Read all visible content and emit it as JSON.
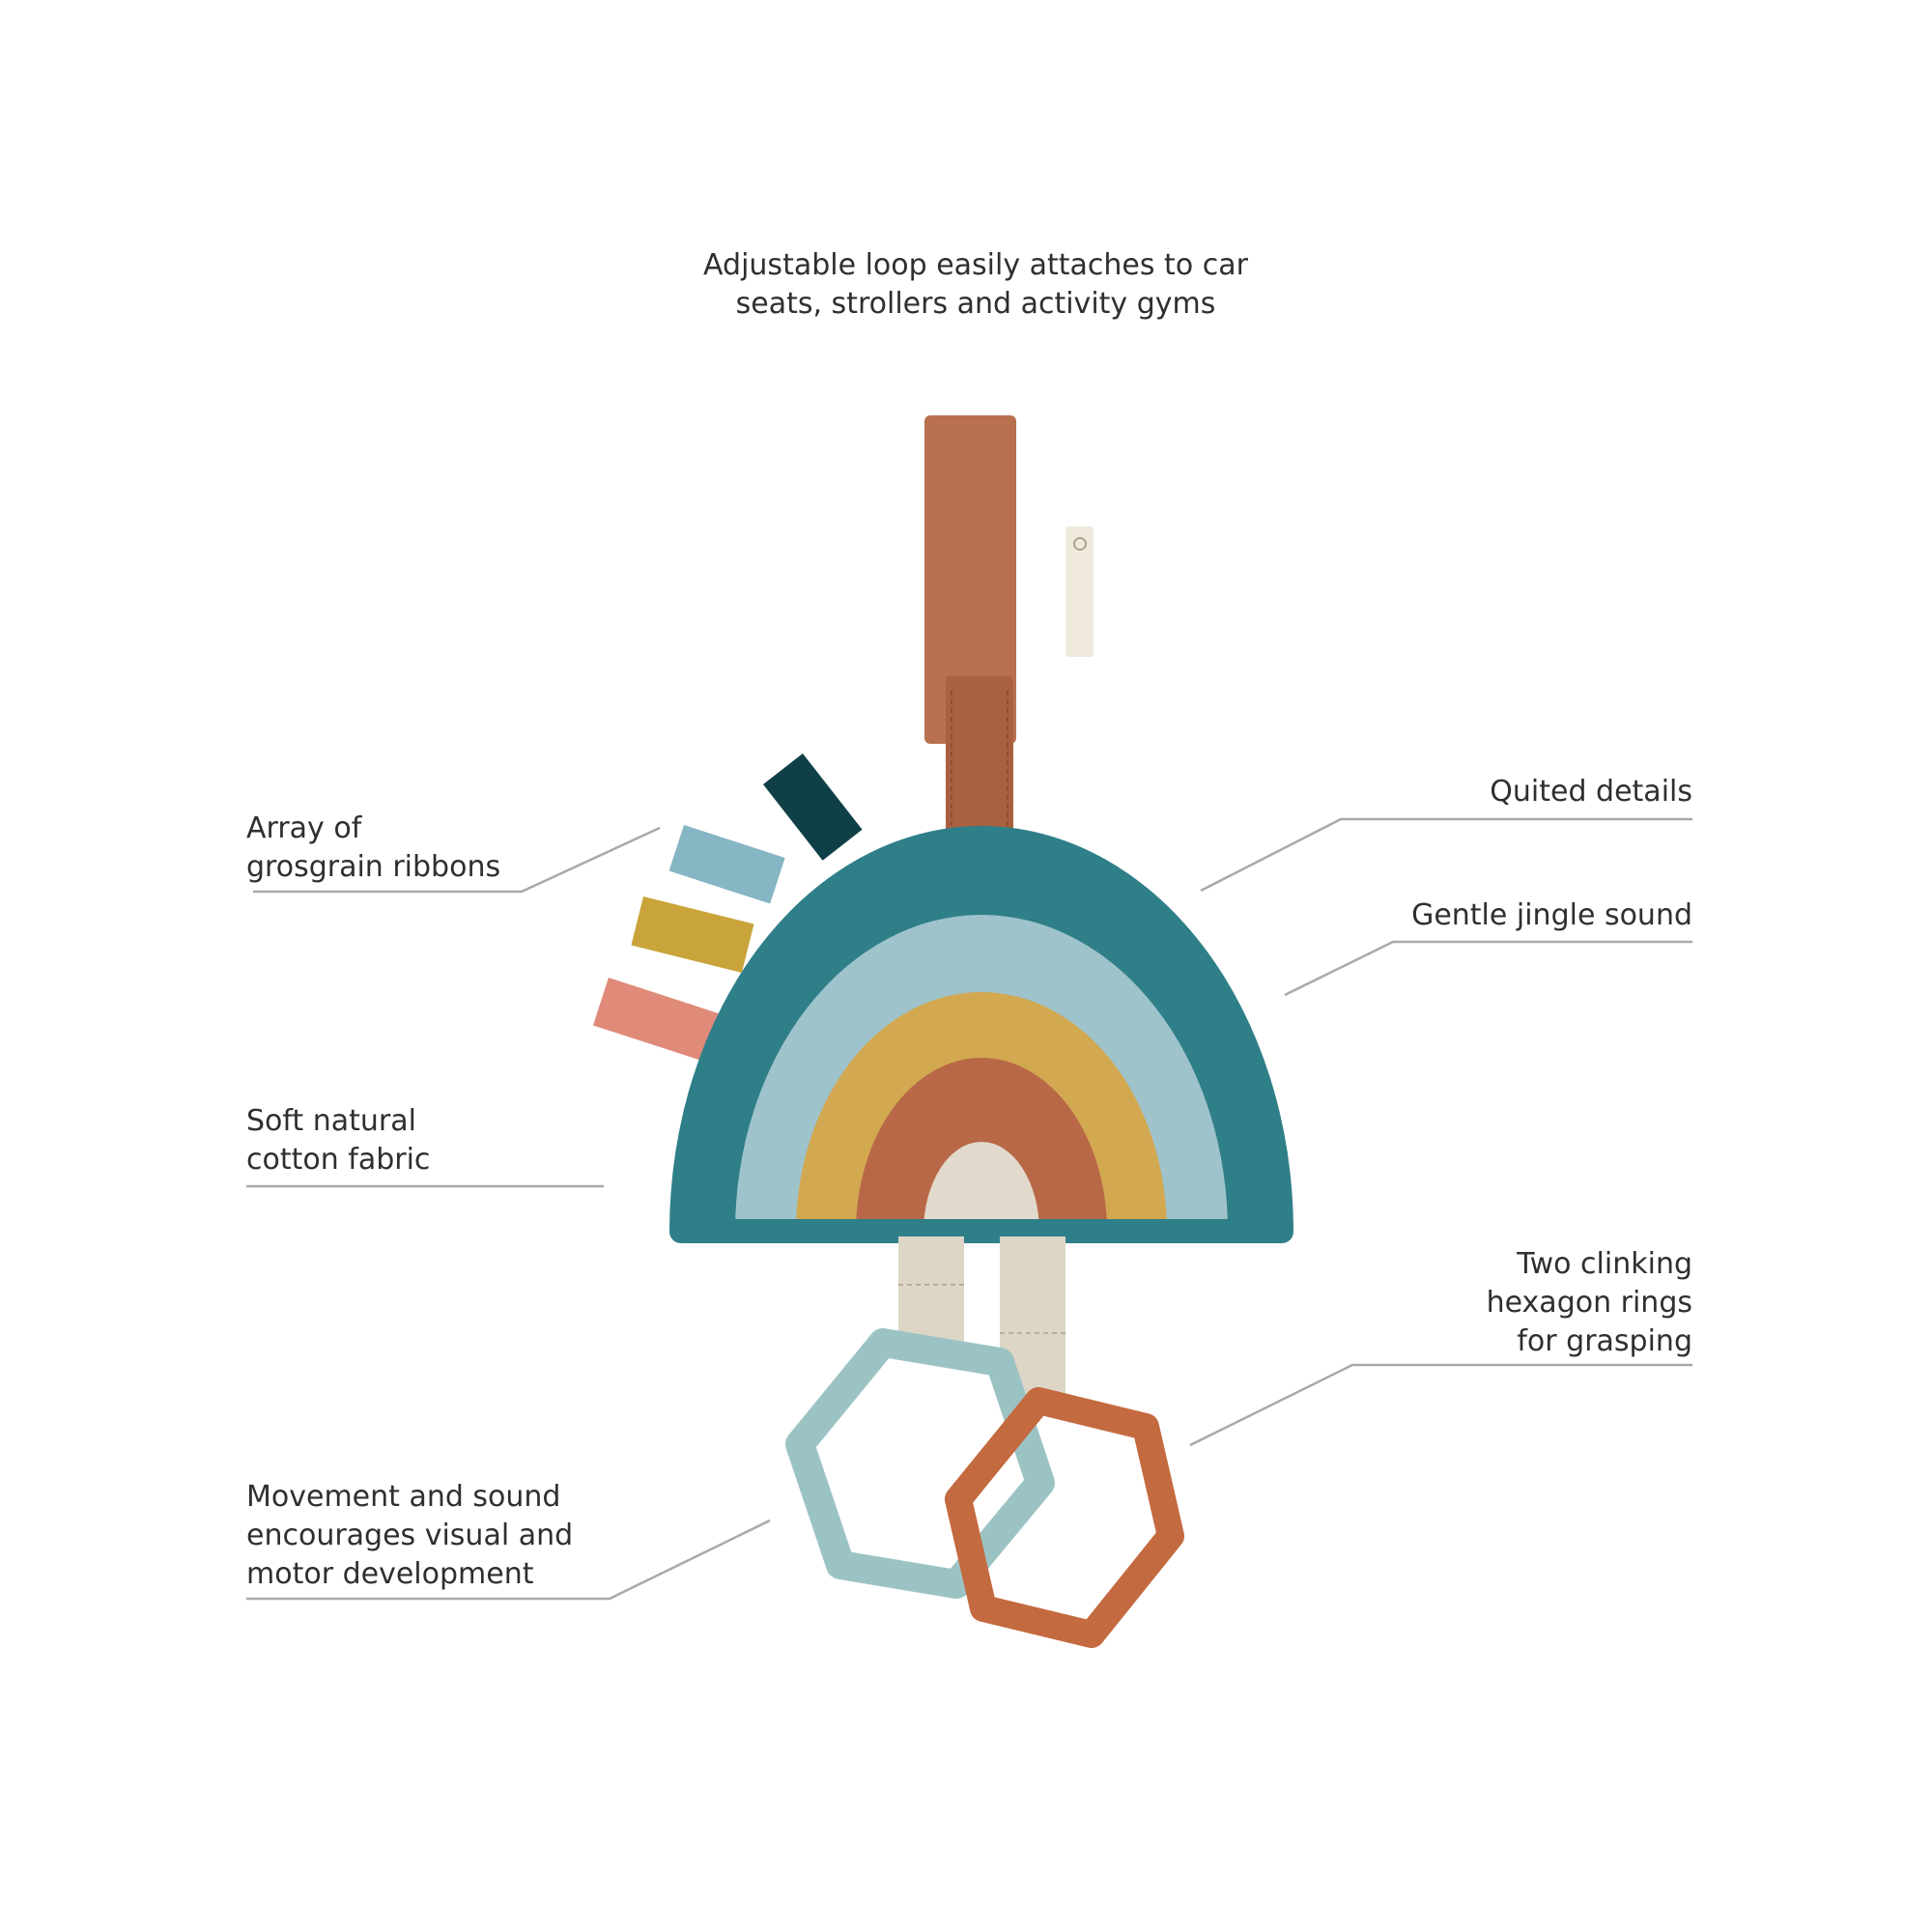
{
  "callouts": {
    "loop": "Adjustable loop easily attaches to car\nseats, strollers and activity gyms",
    "ribbons": "Array of\ngrosgrain ribbons",
    "quilted": "Quited details",
    "jingle": "Gentle jingle sound",
    "fabric": "Soft natural\ncotton fabric",
    "rings": "Two clinking\nhexagon rings\nfor grasping",
    "development": "Movement and sound\nencourages visual and\nmotor development"
  },
  "colors": {
    "loop": "#b8704f",
    "teal": "#2f7f89",
    "light_blue": "#9fc3cb",
    "mustard": "#d2a851",
    "rust": "#b86847",
    "cream": "#e1d9cb",
    "ribbon_dark": "#0f4047",
    "ribbon_blue": "#86b6c4",
    "ribbon_yellow": "#c8a43a",
    "ribbon_pink": "#e08a7a",
    "ring_blue": "#9cc3c4",
    "ring_orange": "#c46a40",
    "leader_line": "#a9a9a9",
    "label_tag": "#efe9dc"
  },
  "icons": {
    "product": "rainbow-toy-icon"
  }
}
